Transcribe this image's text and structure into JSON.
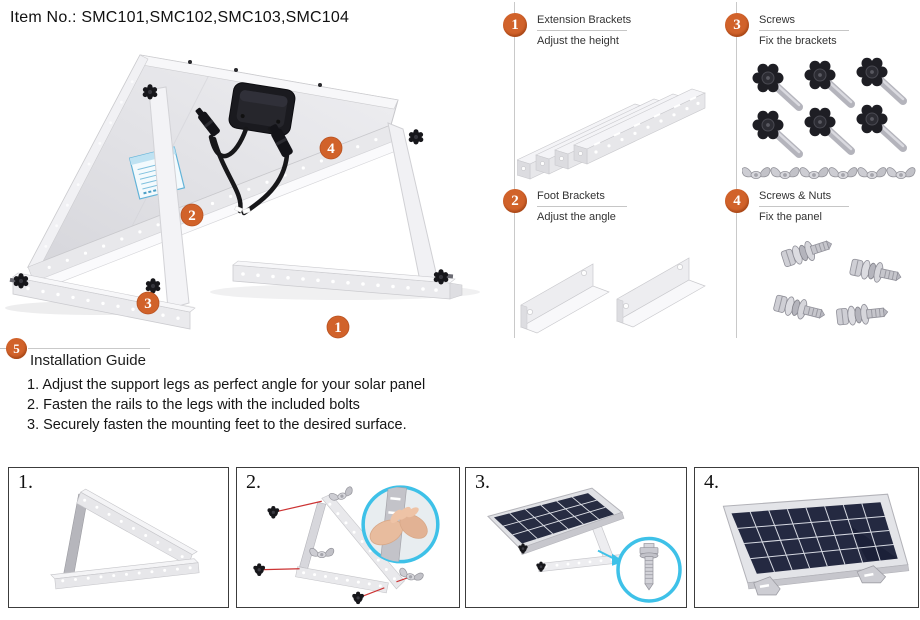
{
  "title": "Item No.: SMC101,SMC102,SMC103,SMC104",
  "colors": {
    "accent": "#d1622a",
    "inset_ring": "#3ec1e8",
    "assembly_line": "#cc3333"
  },
  "parts": [
    {
      "num": "1",
      "name": "Extension Brackets",
      "desc": "Adjust the height"
    },
    {
      "num": "2",
      "name": "Foot Brackets",
      "desc": "Adjust the angle"
    },
    {
      "num": "3",
      "name": "Screws",
      "desc": "Fix the brackets"
    },
    {
      "num": "4",
      "name": "Screws & Nuts",
      "desc": "Fix the panel"
    }
  ],
  "diagram": {
    "callouts": [
      {
        "n": "1"
      },
      {
        "n": "2"
      },
      {
        "n": "3"
      },
      {
        "n": "4"
      }
    ]
  },
  "guide": {
    "badge": "5",
    "title": "Installation Guide",
    "steps": [
      "1. Adjust the support legs as perfect angle for your solar panel",
      "2. Fasten the rails to the legs with the included bolts",
      "3. Securely fasten the mounting feet to the desired surface."
    ]
  },
  "assembly_steps": [
    {
      "label": "1."
    },
    {
      "label": "2."
    },
    {
      "label": "3."
    },
    {
      "label": "4."
    }
  ]
}
